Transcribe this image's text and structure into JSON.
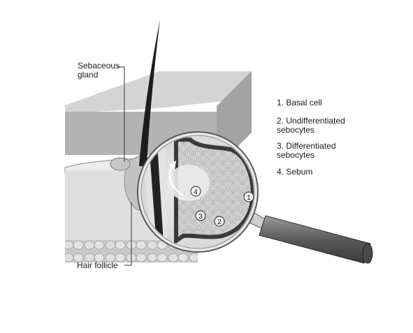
{
  "callouts": {
    "sebaceous_gland": "Sebaceous\ngland",
    "hair_follicle": "Hair follicle"
  },
  "legend": {
    "items": [
      "1. Basal cell",
      "2. Undifferentiated\nsebocytes",
      "3. Differentiated\nsebocytes",
      "4. Sebum"
    ]
  },
  "markers": [
    "1",
    "2",
    "3",
    "4"
  ]
}
